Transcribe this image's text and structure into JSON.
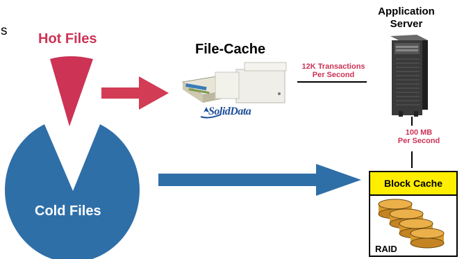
{
  "hot_files": {
    "label": "Hot Files",
    "color": "#cc3355"
  },
  "cold_files": {
    "label": "Cold Files",
    "color": "#2f6fa8"
  },
  "file_cache": {
    "title": "File-Cache",
    "logo_text": "SolidData"
  },
  "application_server": {
    "title": "Application Server"
  },
  "transactions": {
    "line1": "12K Transactions",
    "line2": "Per Second"
  },
  "bandwidth": {
    "line1": "100 MB",
    "line2": "Per Second"
  },
  "block_cache": {
    "label": "Block Cache",
    "raid_label": "RAID"
  },
  "stray_text": "s",
  "colors": {
    "accent_red": "#cc3355",
    "accent_blue": "#2f6fa8",
    "cache_yellow": "#ffee00",
    "disk_gold": "#e0a030"
  }
}
